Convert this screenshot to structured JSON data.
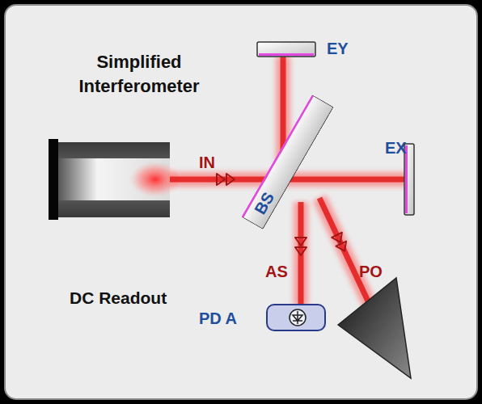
{
  "diagram": {
    "title": "Simplified Interferometer",
    "nodes": [
      {
        "text": [
          "BS"
        ]
      }
    ],
    "labels": [
      "IN",
      "EY",
      "EX",
      "AS",
      "PO",
      "DC Readout",
      "PD A"
    ]
  }
}
